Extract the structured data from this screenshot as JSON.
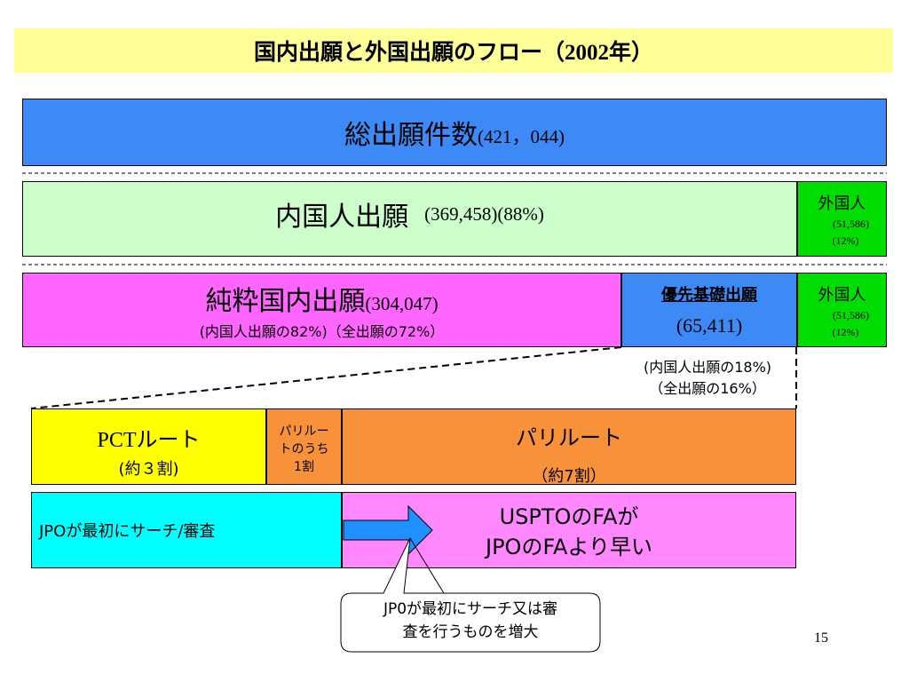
{
  "title": {
    "text": "国内出願と外国出願のフロー（",
    "year": "2002",
    "suffix": "年）"
  },
  "total": {
    "label": "総出願件数",
    "value": "(421，044)"
  },
  "domestic": {
    "label": "内国人出願",
    "value": "(369,458)(88%)"
  },
  "foreign_row1": {
    "label": "外国人",
    "count": "(51,586)",
    "pct": "(12%)"
  },
  "pure_domestic": {
    "label": "純粋国内出願",
    "value": "(304,047)",
    "sub": "(内国人出願の82%)（全出願の72%）"
  },
  "priority": {
    "label": "優先基礎出願",
    "value": "(65,411)"
  },
  "foreign_row2": {
    "label": "外国人",
    "count": "(51,586)",
    "pct": "(12%)"
  },
  "priority_note": {
    "line1": "(内国人出願の18%)",
    "line2": "（全出願の16%）"
  },
  "pct_route": {
    "label": "PCTルート",
    "sub": "(約３割)"
  },
  "paris_subset": {
    "line1": "パリルー",
    "line2": "トのうち",
    "line3": "1割"
  },
  "paris_route": {
    "label": "パリルート",
    "sub": "（約7割）"
  },
  "jpo_first": {
    "label": "JPOが最初にサーチ/審査"
  },
  "uspto": {
    "line1": "USPTOのFAが",
    "line2": "JPOのFAより早い"
  },
  "callout": {
    "line1": "JP0が最初にサーチ又は審",
    "line2": "査を行うものを増大"
  },
  "page_number": "15",
  "colors": {
    "title_bg": "#ffff99",
    "total": "#3d8af7",
    "domestic": "#ccffcc",
    "foreign": "#00dd00",
    "pure": "#ff66ff",
    "priority": "#3d8af7",
    "pct": "#ffff00",
    "paris": "#f7913a",
    "jpo": "#00ffff",
    "uspto": "#ff88ff",
    "arrow": "#1e90ff"
  }
}
